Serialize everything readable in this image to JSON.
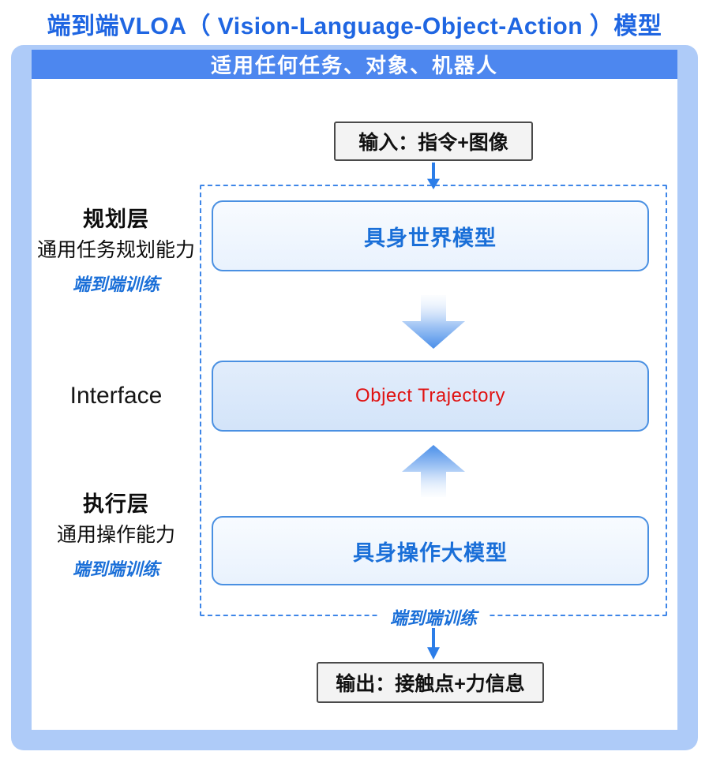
{
  "title": "端到端VLOA（ Vision-Language-Object-Action ）模型",
  "banner": "适用任何任务、对象、机器人",
  "io": {
    "input": "输入：指令+图像",
    "output": "输出：接触点+力信息"
  },
  "flow": {
    "world_model": "具身世界模型",
    "object_trajectory": "Object Trajectory",
    "action_model": "具身操作大模型",
    "boundary_training": "端到端训练"
  },
  "left": {
    "planning_title": "规划层",
    "planning_sub": "通用任务规划能力",
    "planning_training": "端到端训练",
    "interface": "Interface",
    "execution_title": "执行层",
    "execution_sub": "通用操作能力",
    "execution_training": "端到端训练"
  },
  "colors": {
    "title_blue": "#1f66e2",
    "frame_blue": "#aecbf8",
    "banner_blue": "#4d87ef",
    "box_border_blue": "#4a90e2",
    "box_text_blue": "#1a6fd8",
    "trajectory_red": "#e01212",
    "arrow_blue": "#2b7de8",
    "io_border": "#4a4a4a",
    "io_fill": "#f3f3f3",
    "dash_blue": "#3e86e8"
  }
}
